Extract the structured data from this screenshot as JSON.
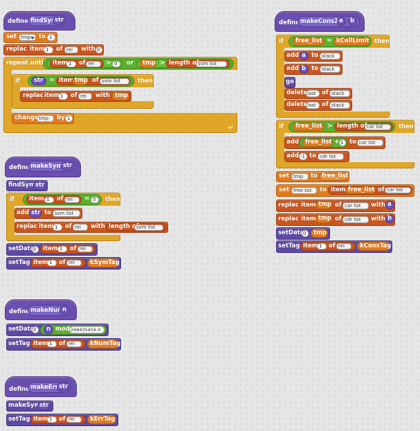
{
  "labels": {
    "define": "define",
    "set": "set",
    "to": "to",
    "replace": "replace",
    "replace_short": "replac",
    "item": "item",
    "of": "of",
    "with": "with",
    "repeat_until": "repeat until",
    "if": "if",
    "then": "then",
    "change": "change",
    "by": "by",
    "add": "add",
    "delete": "delete",
    "length_of": "length of",
    "mod": "mod",
    "or": "or",
    "go": "go"
  },
  "scripts": {
    "findSym": {
      "name": "findSym",
      "param": "str",
      "tmp_var": "tmp",
      "init_value": "1",
      "list_rei": "rei",
      "item_index": "1",
      "zero": "0",
      "svm_list": "svm list",
      "step": "1"
    },
    "makeSym": {
      "name": "makeSym",
      "param": "str",
      "call": "findSym",
      "list_rei": "rei",
      "item_index": "1",
      "zero": "0",
      "svm_list": "svm list",
      "setData": "setData",
      "setData_arg": "0",
      "setTag": "setTag",
      "tag": "kSymTag"
    },
    "makeNum": {
      "name": "makeNum",
      "param": "n",
      "setData": "setData",
      "setData_arg": "0",
      "mod_value": "268435456.0",
      "setTag": "setTag",
      "list_rei": "rei",
      "item_index": "1",
      "tag": "kNumTag"
    },
    "makeErr": {
      "name": "makeErr",
      "param": "str",
      "call": "makeSym",
      "setTag": "setTag",
      "list_rei": "rei",
      "item_index": "1",
      "tag": "kErrTag"
    },
    "makeCons2": {
      "name": "makeCons2",
      "param_a": "a",
      "param_b": "b",
      "free_list": "free_list",
      "cell_limit": "kCellLimit",
      "stack": "stack",
      "last": "last",
      "car_list": "car list",
      "cdr_list": "cdr list",
      "one": "1",
      "neg_one": "-1",
      "tmp_var": "tmp",
      "free_list_var": "free list",
      "list_rei": "rei",
      "item_index": "1",
      "setData": "setData",
      "setData_arg": "0",
      "setTag": "setTag",
      "tag": "kConsTag"
    }
  }
}
